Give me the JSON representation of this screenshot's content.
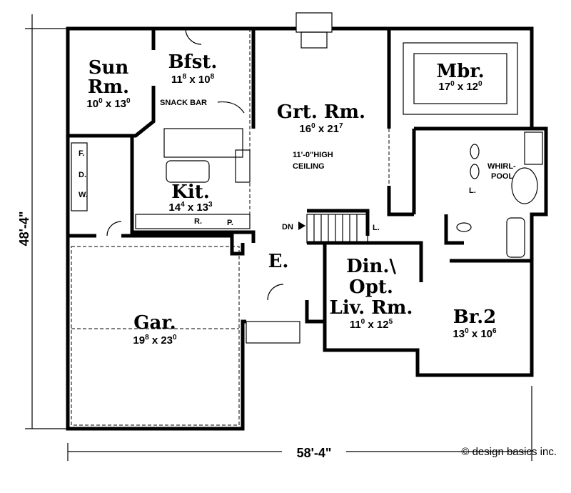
{
  "rooms": {
    "sun": {
      "name1": "Sun",
      "name2": "Rm.",
      "w": "10",
      "w_in": "0",
      "h": "13",
      "h_in": "0"
    },
    "bfst": {
      "name": "Bfst.",
      "w": "11",
      "w_in": "8",
      "h": "10",
      "h_in": "8"
    },
    "kit": {
      "name": "Kit.",
      "w": "14",
      "w_in": "4",
      "h": "13",
      "h_in": "3"
    },
    "grt": {
      "name": "Grt. Rm.",
      "w": "16",
      "w_in": "0",
      "h": "21",
      "h_in": "7"
    },
    "mbr": {
      "name": "Mbr.",
      "w": "17",
      "w_in": "0",
      "h": "12",
      "h_in": "0"
    },
    "gar": {
      "name": "Gar.",
      "w": "19",
      "w_in": "8",
      "h": "23",
      "h_in": "0"
    },
    "entry": {
      "name": "E."
    },
    "din": {
      "name1": "Din.\\",
      "name2": "Opt.",
      "name3": "Liv. Rm.",
      "w": "11",
      "w_in": "0",
      "h": "12",
      "h_in": "5"
    },
    "br2": {
      "name": "Br.2",
      "w": "13",
      "w_in": "0",
      "h": "10",
      "h_in": "6"
    }
  },
  "notes": {
    "snack_bar": "SNACK BAR",
    "ceiling1": "11'-0\"HIGH",
    "ceiling2": "CEILING",
    "whirl1": "WHIRL-",
    "whirl2": "POOL",
    "dn": "DN",
    "freezer": "F.",
    "dryer": "D.",
    "washer": "W.",
    "refrigerator": "R.",
    "pantry": "P.",
    "linen1": "L.",
    "linen2": "L."
  },
  "dimensions": {
    "depth": "48'-4\"",
    "width": "58'-4\""
  },
  "copyright": "© design basics inc."
}
